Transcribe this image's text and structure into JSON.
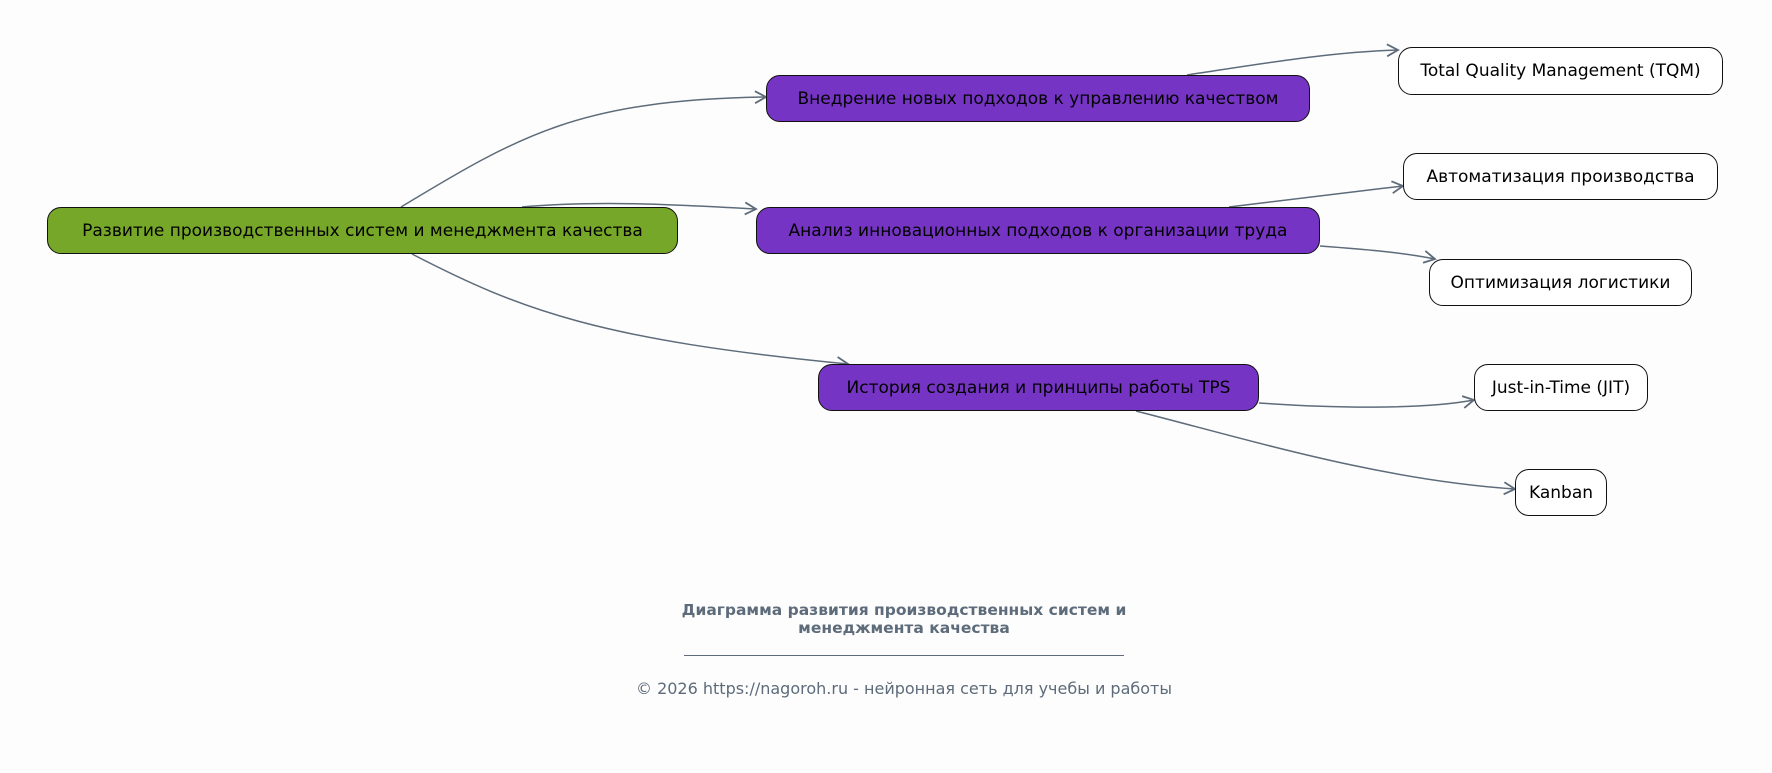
{
  "diagram": {
    "root": {
      "label": "Развитие производственных систем и менеджмента качества",
      "color": "#76a728"
    },
    "branches": [
      {
        "label": "Внедрение новых подходов к управлению качеством",
        "children": [
          "Total Quality Management (TQM)"
        ]
      },
      {
        "label": "Анализ инновационных подходов к организации труда",
        "children": [
          "Автоматизация производства",
          "Оптимизация логистики"
        ]
      },
      {
        "label": "История создания и принципы работы TPS",
        "children": [
          "Just-in-Time (JIT)",
          "Kanban"
        ]
      }
    ],
    "branch_color": "#7634c4",
    "edge_color": "#5d6b7a"
  },
  "caption": {
    "title_line1": "Диаграмма развития производственных систем и",
    "title_line2": "менеджмента качества",
    "footer": "© 2026 https://nagoroh.ru - нейронная сеть для учебы и работы"
  }
}
